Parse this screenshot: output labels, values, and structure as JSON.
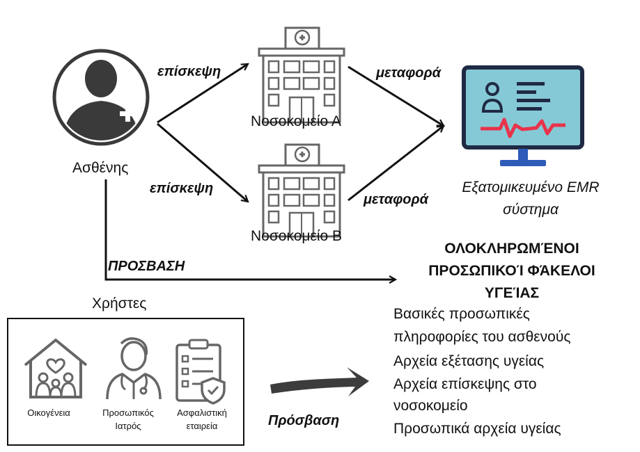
{
  "patient": {
    "label": "Ασθένης",
    "icon": "patient-doctor-icon"
  },
  "hospitals": [
    {
      "label": "Νοσοκομείο Α",
      "icon": "hospital-icon"
    },
    {
      "label": "Νοσοκομείο Β",
      "icon": "hospital-icon"
    }
  ],
  "edges": {
    "visit_a": "επίσκεψη",
    "visit_b": "επίσκεψη",
    "transfer_a": "μεταφορά",
    "transfer_b": "μεταφορά",
    "access_upper": "ΠΡΟΣΒΑΣΗ",
    "access_lower": "Πρόσβαση"
  },
  "emr": {
    "line1": "Εξατομικευμένο EMR",
    "line2": "σύστημα",
    "icon": "emr-monitor-icon"
  },
  "records": {
    "title_lines": [
      "ΟΛΟΚΛΗΡΩΜΈΝΟΙ",
      "ΠΡΟΣΩΠΙΚΟΊ ΦΆΚΕΛΟΙ",
      "ΥΓΕΊΑΣ"
    ],
    "items": [
      "Βασικές προσωπικές",
      "πληροφορίες του ασθενούς",
      "Αρχεία εξέτασης υγείας",
      "Αρχεία επίσκεψης στο",
      "νοσοκομείο",
      "Προσωπικά αρχεία υγείας"
    ]
  },
  "users": {
    "title": "Χρήστες",
    "items": [
      {
        "lines": [
          "Οικογένεια"
        ],
        "icon": "family-house-icon"
      },
      {
        "lines": [
          "Προσωπικός",
          "Ιατρός"
        ],
        "icon": "doctor-icon"
      },
      {
        "lines": [
          "Ασφαλιστική",
          "εταιρεία"
        ],
        "icon": "insurance-clipboard-icon"
      }
    ]
  },
  "colors": {
    "ink": "#111111",
    "icon_gray": "#666666",
    "patient_fill": "#3a3a3a",
    "emr_frame": "#1f2a44",
    "emr_screen": "#86c9d6",
    "emr_accent": "#e8334a",
    "emr_stand": "#2e5bb8"
  }
}
